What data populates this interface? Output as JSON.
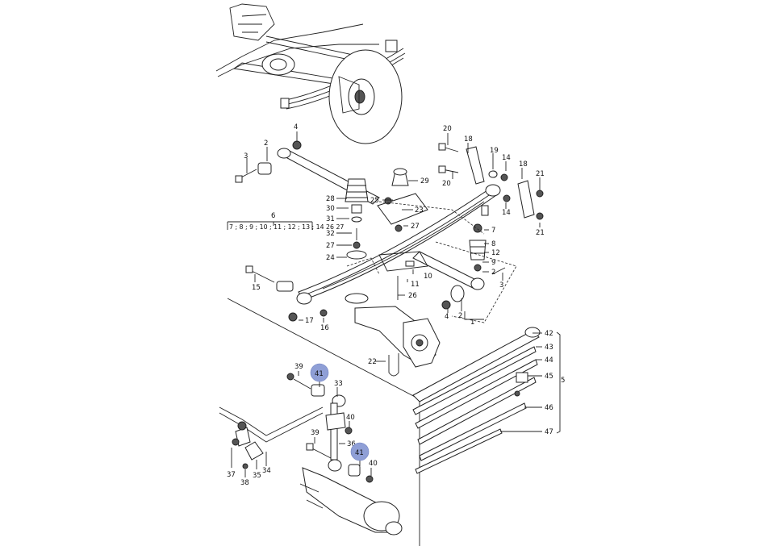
{
  "callouts": {
    "c1": "1",
    "c2a": "2",
    "c2b": "2",
    "c3a": "3",
    "c3b": "3",
    "c4a": "4",
    "c4b": "4",
    "c5": "5",
    "c6": "6",
    "c6_parts": "7 ; 8 ; 9 ; 10 ; 11 ; 12 ; 13 ; 14 26 27",
    "c7": "7",
    "c8": "8",
    "c9": "9",
    "c10": "10",
    "c11": "11",
    "c12": "12",
    "c14a": "14",
    "c14b": "14",
    "c15": "15",
    "c16": "16",
    "c17": "17",
    "c18a": "18",
    "c18b": "18",
    "c19": "19",
    "c20a": "20",
    "c20b": "20",
    "c21a": "21",
    "c21b": "21",
    "c22": "22",
    "c23": "23",
    "c24": "24",
    "c25": "25",
    "c26": "26",
    "c27a": "27",
    "c27b": "27",
    "c28": "28",
    "c29": "29",
    "c30": "30",
    "c31": "31",
    "c32": "32",
    "c33": "33",
    "c34": "34",
    "c35": "35",
    "c36": "36",
    "c37": "37",
    "c38": "38",
    "c39a": "39",
    "c39b": "39",
    "c40a": "40",
    "c40b": "40",
    "c41a": "41",
    "c41b": "41",
    "c42": "42",
    "c43": "43",
    "c44": "44",
    "c45": "45",
    "c46": "46",
    "c47": "47"
  },
  "highlight_color": "#8f9fd6"
}
